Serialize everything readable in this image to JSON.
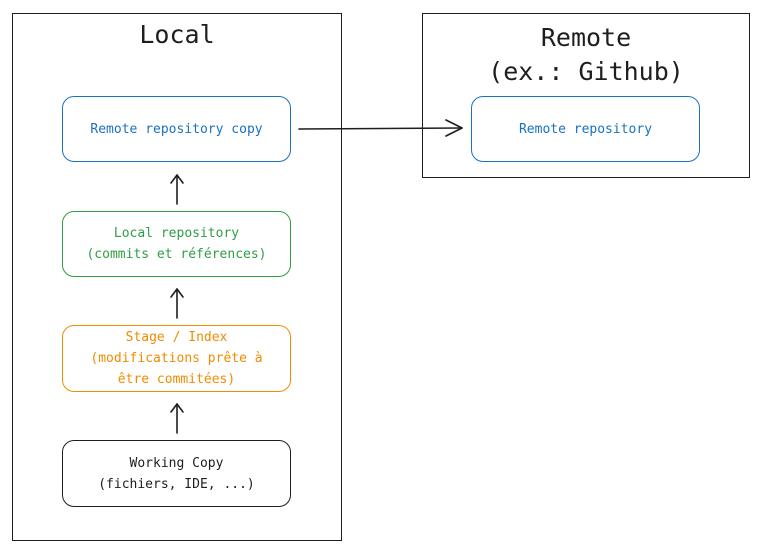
{
  "local": {
    "title": "Local"
  },
  "remote": {
    "title_line1": "Remote",
    "title_line2": "(ex.: Github)"
  },
  "nodes": {
    "remote_copy": {
      "lines": [
        "Remote repository copy"
      ],
      "color": "#1971c2"
    },
    "local_repo": {
      "lines": [
        "Local repository",
        "(commits et références)"
      ],
      "color": "#2f9e44"
    },
    "stage": {
      "lines": [
        "Stage / Index",
        "(modifications prête à",
        "être commitées)"
      ],
      "color": "#f08c00"
    },
    "working_copy": {
      "lines": [
        "Working Copy",
        "(fichiers, IDE, ...)"
      ],
      "color": "#1e1e1e"
    },
    "remote_repo": {
      "lines": [
        "Remote repository"
      ],
      "color": "#1971c2"
    }
  },
  "edge_color": "#1e1e1e"
}
